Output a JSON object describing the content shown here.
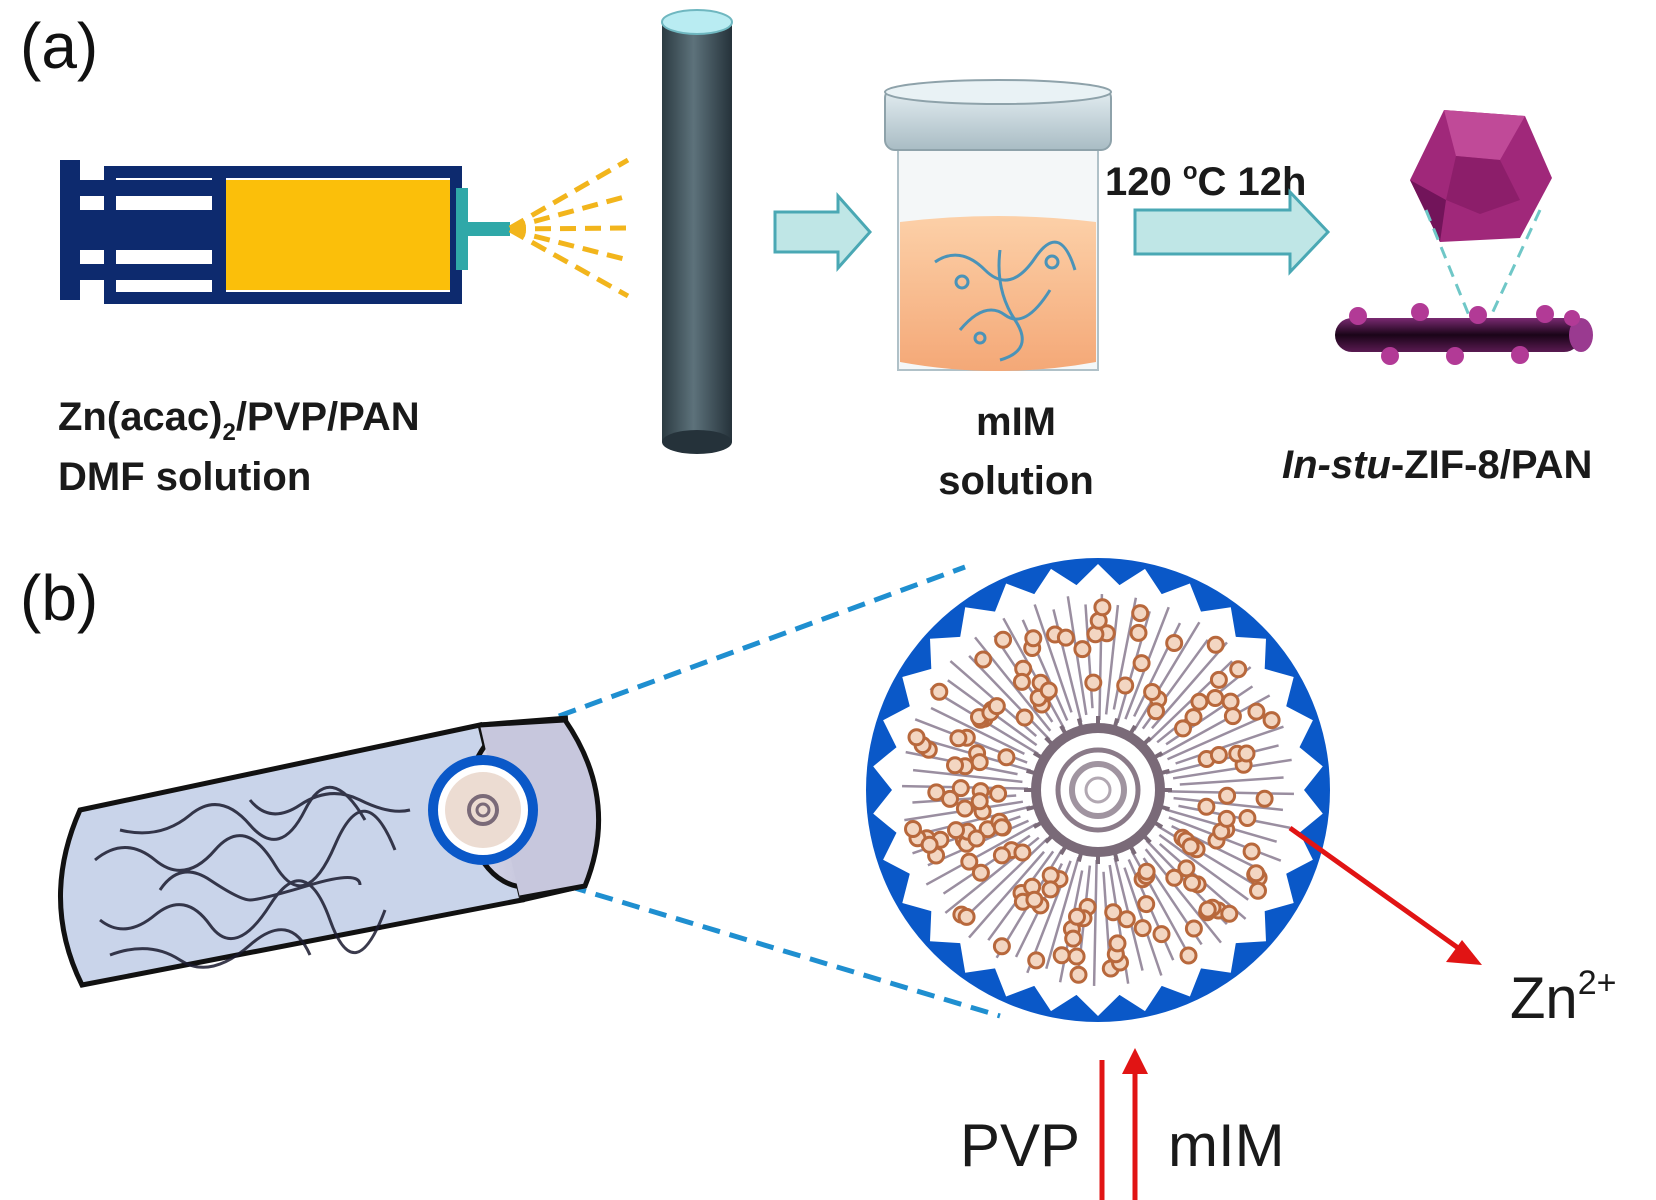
{
  "panels": {
    "a": "(a)",
    "b": "(b)"
  },
  "panel_a": {
    "syringe_label_line1_pre": "Zn(acac)",
    "syringe_label_line1_sub": "2",
    "syringe_label_line1_post": "/PVP/PAN",
    "syringe_label_line2": "DMF solution",
    "jar_label_line1": "mIM",
    "jar_label_line2": "solution",
    "condition_pre": "120 ",
    "condition_sup": "o",
    "condition_post": "C 12h",
    "product_label_italic": "In-stu",
    "product_label_rest": "-ZIF-8/PAN"
  },
  "panel_b": {
    "zn_base": "Zn",
    "zn_sup": "2+",
    "pvp_label": "PVP",
    "mim_label": "mIM"
  },
  "colors": {
    "syringe_blue": "#0d2a6e",
    "syringe_yellow": "#fbbf0a",
    "spray": "#f2b51c",
    "rod": "#3e5058",
    "arrow_fill": "#bfe6e6",
    "arrow_stroke": "#4aa8b4",
    "liquid": "#f7b98a",
    "zif": "#a0287a",
    "fiber": "#2a0a2a",
    "ring_blue": "#0a58c8",
    "particle": "#b8683c",
    "red_arrow": "#e11414"
  }
}
